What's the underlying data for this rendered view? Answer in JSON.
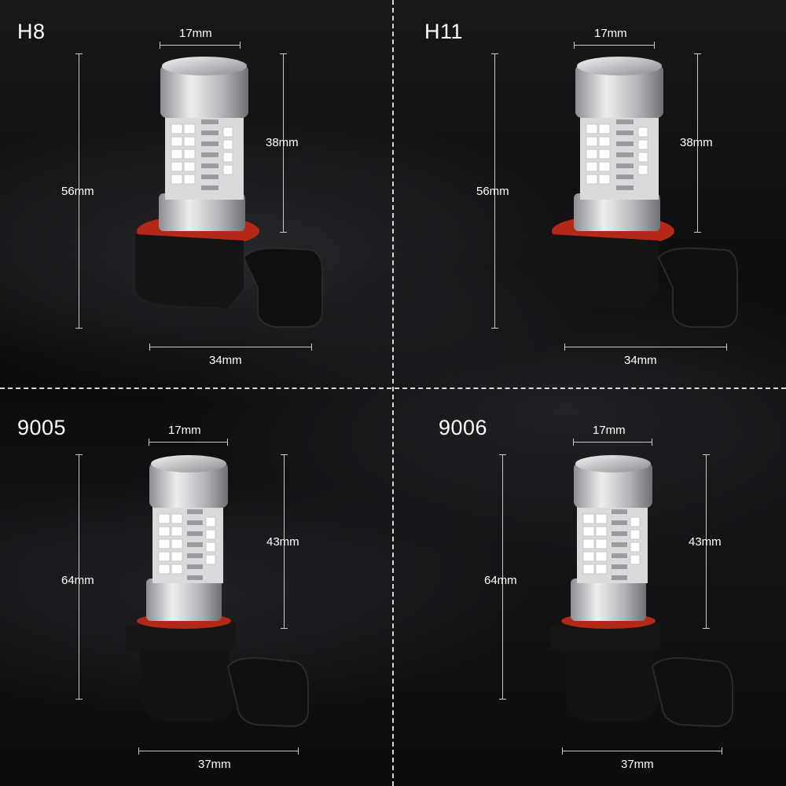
{
  "quadrants": [
    {
      "model": "H8",
      "width_top": "17mm",
      "height_total": "56mm",
      "height_body": "38mm",
      "width_base": "34mm"
    },
    {
      "model": "H11",
      "width_top": "17mm",
      "height_total": "56mm",
      "height_body": "38mm",
      "width_base": "34mm"
    },
    {
      "model": "9005",
      "width_top": "17mm",
      "height_total": "64mm",
      "height_body": "43mm",
      "width_base": "37mm"
    },
    {
      "model": "9006",
      "width_top": "17mm",
      "height_total": "64mm",
      "height_body": "43mm",
      "width_base": "37mm"
    }
  ],
  "colors": {
    "accent_ring": "#c0301e",
    "led": "#ffffff",
    "metal": "#c9cacd",
    "base": "#111111"
  }
}
